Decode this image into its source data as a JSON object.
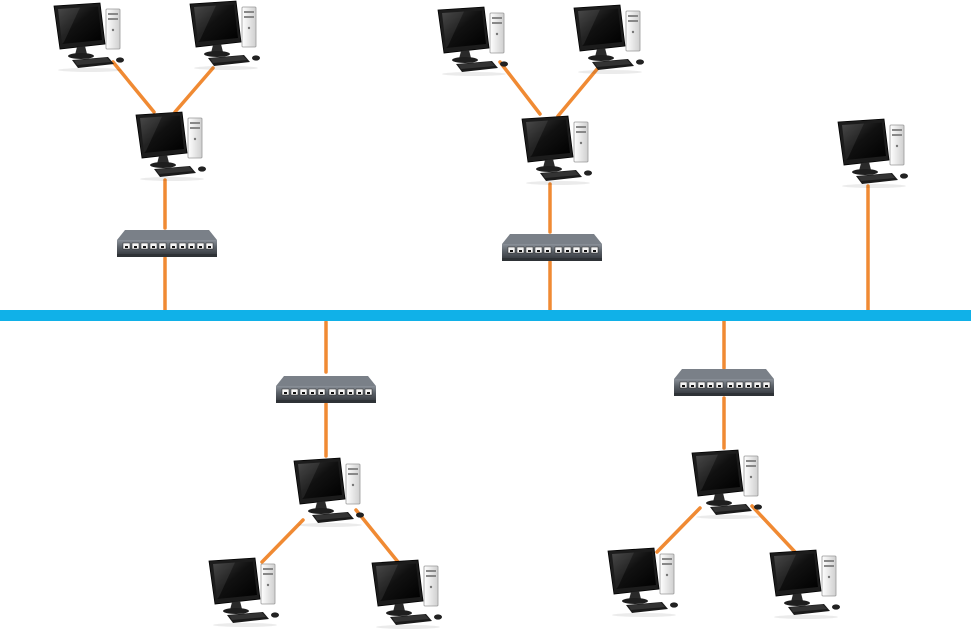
{
  "diagram": {
    "colors": {
      "background": "#ffffff",
      "backbone": "#10b1e8",
      "link": "#f08a33",
      "screen": "#1a1a1a",
      "bezel": "#2a2a2a",
      "tower": "#f2f2f2",
      "switch_body": "#5a6068"
    },
    "topology": "bus",
    "nodes": [
      {
        "id": "pc-a1",
        "kind": "computer-icon"
      },
      {
        "id": "pc-a2",
        "kind": "computer-icon"
      },
      {
        "id": "pc-a-hub",
        "kind": "computer-icon"
      },
      {
        "id": "switch-a",
        "kind": "network-switch-icon"
      },
      {
        "id": "pc-b1",
        "kind": "computer-icon"
      },
      {
        "id": "pc-b2",
        "kind": "computer-icon"
      },
      {
        "id": "pc-b-hub",
        "kind": "computer-icon"
      },
      {
        "id": "switch-b",
        "kind": "network-switch-icon"
      },
      {
        "id": "pc-c",
        "kind": "computer-icon"
      },
      {
        "id": "switch-d",
        "kind": "network-switch-icon"
      },
      {
        "id": "pc-d-hub",
        "kind": "computer-icon"
      },
      {
        "id": "pc-d1",
        "kind": "computer-icon"
      },
      {
        "id": "pc-d2",
        "kind": "computer-icon"
      },
      {
        "id": "switch-e",
        "kind": "network-switch-icon"
      },
      {
        "id": "pc-e-hub",
        "kind": "computer-icon"
      },
      {
        "id": "pc-e1",
        "kind": "computer-icon"
      },
      {
        "id": "pc-e2",
        "kind": "computer-icon"
      }
    ],
    "edges": [
      [
        "pc-a1",
        "pc-a-hub"
      ],
      [
        "pc-a2",
        "pc-a-hub"
      ],
      [
        "pc-a-hub",
        "switch-a"
      ],
      [
        "switch-a",
        "backbone"
      ],
      [
        "pc-b1",
        "pc-b-hub"
      ],
      [
        "pc-b2",
        "pc-b-hub"
      ],
      [
        "pc-b-hub",
        "switch-b"
      ],
      [
        "switch-b",
        "backbone"
      ],
      [
        "pc-c",
        "backbone"
      ],
      [
        "backbone",
        "switch-d"
      ],
      [
        "switch-d",
        "pc-d-hub"
      ],
      [
        "pc-d-hub",
        "pc-d1"
      ],
      [
        "pc-d-hub",
        "pc-d2"
      ],
      [
        "backbone",
        "switch-e"
      ],
      [
        "switch-e",
        "pc-e-hub"
      ],
      [
        "pc-e-hub",
        "pc-e1"
      ],
      [
        "pc-e-hub",
        "pc-e2"
      ]
    ]
  }
}
